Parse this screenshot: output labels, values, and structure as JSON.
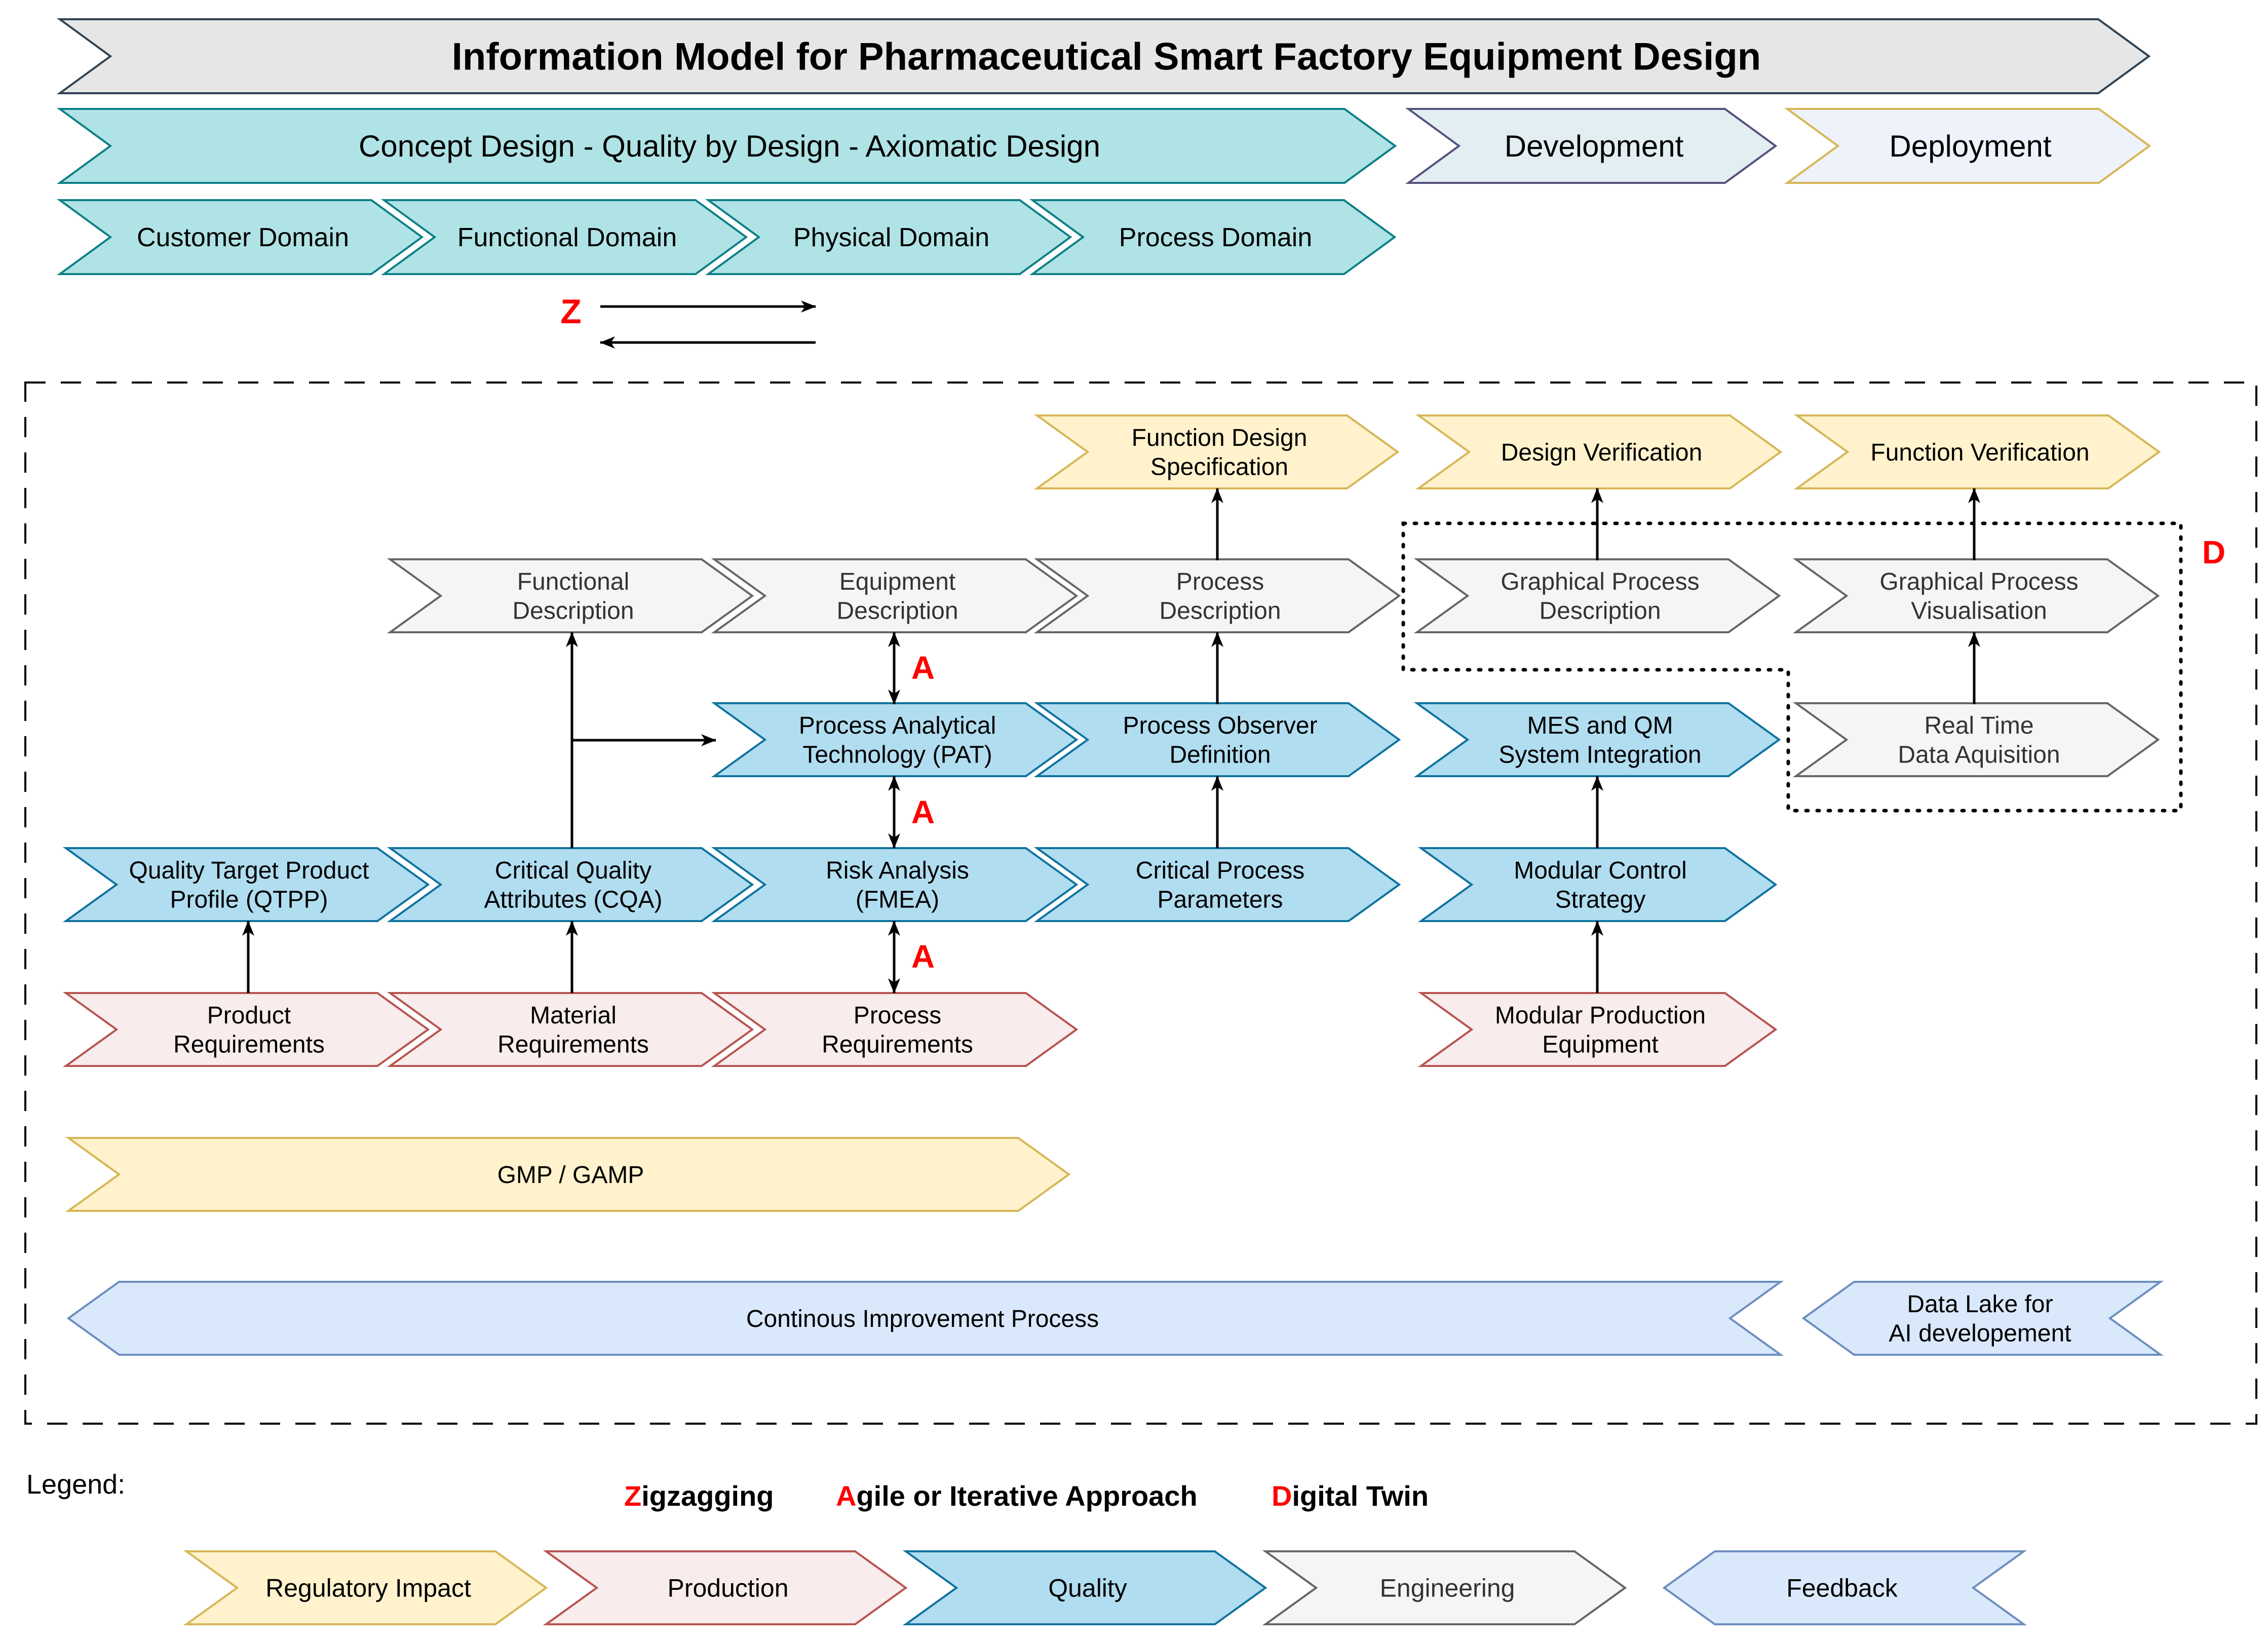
{
  "title": "Information Model for Pharmaceutical Smart Factory Equipment Design",
  "phases": {
    "concept": "Concept Design - Quality by Design - Axiomatic Design",
    "development": "Development",
    "deployment": "Deployment"
  },
  "domains": [
    "Customer Domain",
    "Functional Domain",
    "Physical Domain",
    "Process Domain"
  ],
  "markers": {
    "zigzag": "Z",
    "agile": "A",
    "digital_twin": "D"
  },
  "nodes": {
    "function_design_spec": [
      "Function Design",
      "Specification"
    ],
    "design_verification": [
      "Design Verification"
    ],
    "function_verification": [
      "Function Verification"
    ],
    "functional_description": [
      "Functional",
      "Description"
    ],
    "equipment_description": [
      "Equipment",
      "Description"
    ],
    "process_description": [
      "Process",
      "Description"
    ],
    "graphical_process_description": [
      "Graphical Process",
      "Description"
    ],
    "graphical_process_visualisation": [
      "Graphical Process",
      "Visualisation"
    ],
    "pat": [
      "Process Analytical",
      "Technology (PAT)"
    ],
    "process_observer": [
      "Process Observer",
      "Definition"
    ],
    "mes_qm": [
      "MES and QM",
      "System Integration"
    ],
    "real_time": [
      "Real Time",
      "Data Aquisition"
    ],
    "qtpp": [
      "Quality Target Product",
      "Profile (QTPP)"
    ],
    "cqa": [
      "Critical Quality",
      "Attributes (CQA)"
    ],
    "fmea": [
      "Risk Analysis",
      "(FMEA)"
    ],
    "cpp": [
      "Critical Process",
      "Parameters"
    ],
    "modular_control": [
      "Modular Control",
      "Strategy"
    ],
    "product_req": [
      "Product",
      "Requirements"
    ],
    "material_req": [
      "Material",
      "Requirements"
    ],
    "process_req": [
      "Process",
      "Requirements"
    ],
    "modular_production": [
      "Modular Production",
      "Equipment"
    ],
    "gmp": [
      "GMP / GAMP"
    ],
    "continuous_improvement": [
      "Continous Improvement Process"
    ],
    "data_lake": [
      "Data Lake for",
      "AI developement"
    ]
  },
  "legend": {
    "title": "Legend:",
    "approaches": [
      {
        "letter": "Z",
        "rest": "igzagging"
      },
      {
        "letter": "A",
        "rest": "gile or Iterative Approach"
      },
      {
        "letter": "D",
        "rest": "igital Twin"
      }
    ],
    "categories": [
      "Regulatory Impact",
      "Production",
      "Quality",
      "Engineering",
      "Feedback"
    ]
  },
  "colors": {
    "teal_fill": "#b0e3e6",
    "teal_stroke": "#0e8088",
    "quality_fill": "#b1ddf0",
    "quality_stroke": "#10739e",
    "regulatory_fill": "#fff2cc",
    "regulatory_stroke": "#d6b656",
    "production_fill": "#f8ecec",
    "production_stroke": "#b85450",
    "engineering_fill": "#f5f5f5",
    "engineering_stroke": "#666666",
    "feedback_fill": "#dae8fc",
    "feedback_stroke": "#6c8ebf",
    "development_fill": "#e3eef2",
    "development_stroke": "#56517e",
    "deployment_fill": "#eef2fb",
    "deployment_stroke": "#d6b656",
    "title_fill": "#e6e6e6",
    "title_stroke": "#314354",
    "marker_red": "#ff0000"
  }
}
